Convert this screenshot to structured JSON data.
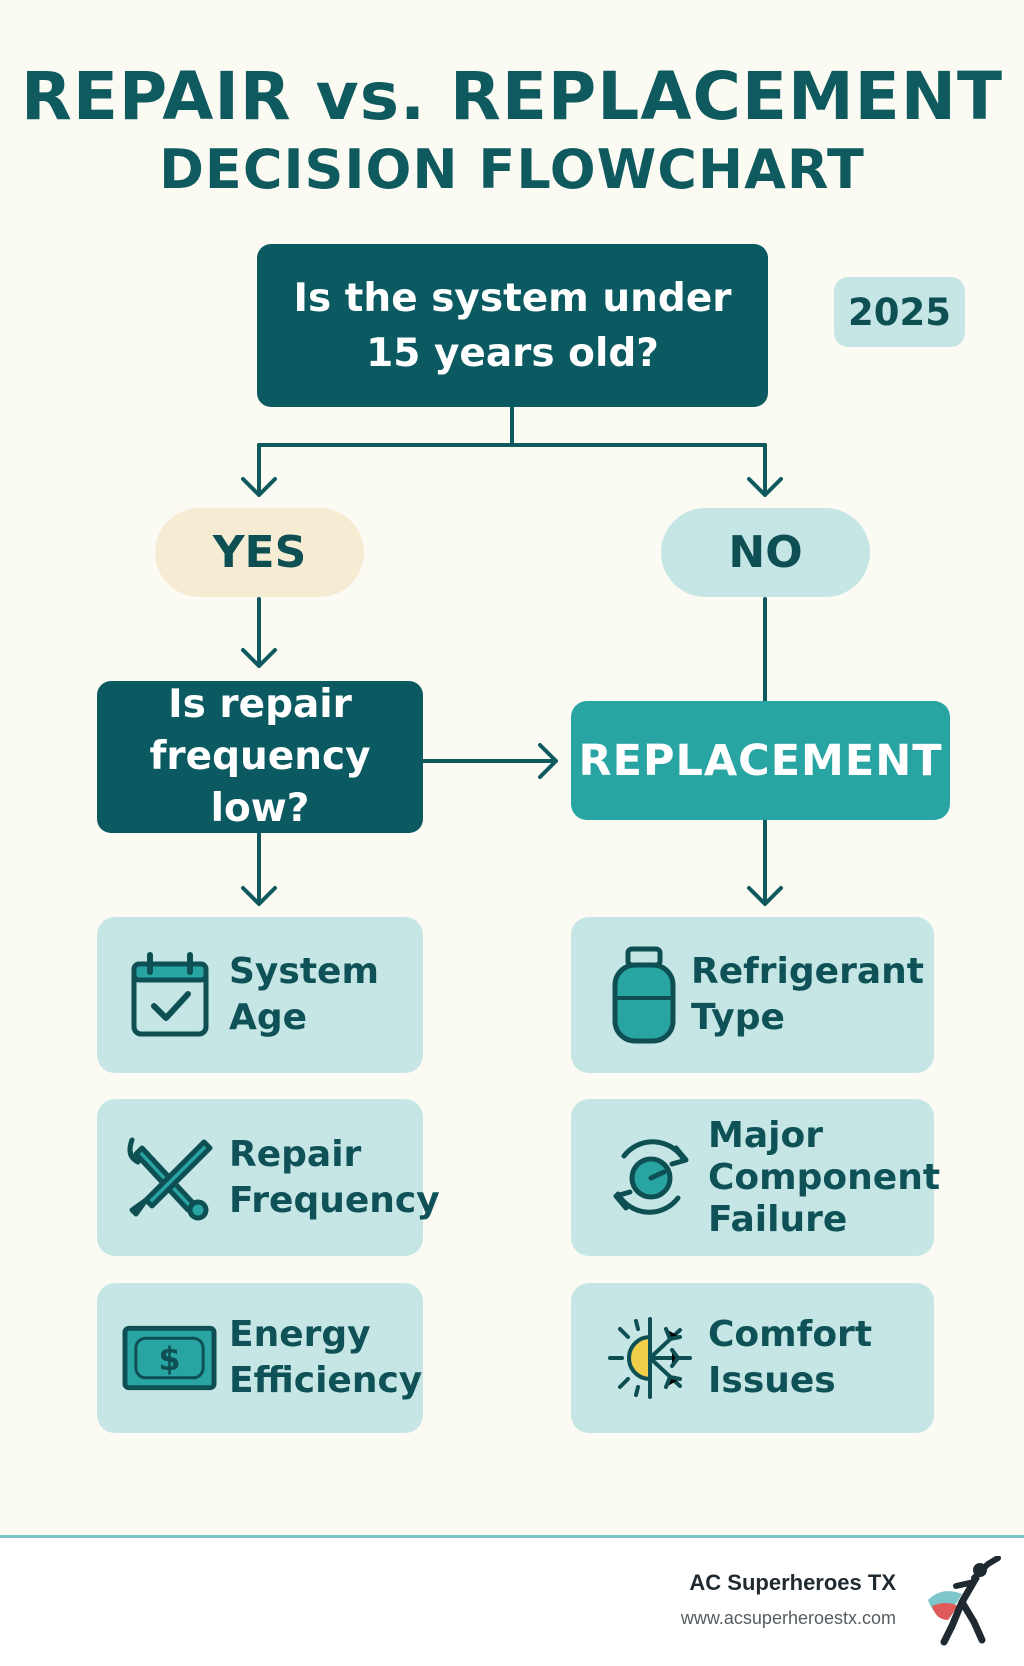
{
  "title": {
    "line1": "REPAIR vs. REPLACEMENT",
    "line2": "DECISION FLOWCHART"
  },
  "question1": "Is the system under\n15 years old?",
  "year_badge": "2025",
  "branches": {
    "yes": "YES",
    "no": "NO"
  },
  "question2": "Is repair\nfrequency low?",
  "outcome": "REPLACEMENT",
  "repair_factors": [
    {
      "label": "System\nAge",
      "icon": "calendar-check-icon"
    },
    {
      "label": "Repair\nFrequency",
      "icon": "wrench-screwdriver-icon"
    },
    {
      "label": "Energy\nEfficiency",
      "icon": "dollar-bill-icon"
    }
  ],
  "replacement_factors": [
    {
      "label": "Refrigerant\nType",
      "icon": "gas-cylinder-icon"
    },
    {
      "label": "Major\nComponent\nFailure",
      "icon": "cycle-gauge-icon"
    },
    {
      "label": "Comfort\nIssues",
      "icon": "sun-snowflake-icon"
    }
  ],
  "footer": {
    "brand": "AC Superheroes TX",
    "url": "www.acsuperheroestx.com"
  },
  "colors": {
    "dark_teal": "#0c5a61",
    "accent_teal": "#28a4a3",
    "light_teal": "#c5e6e4",
    "cream": "#f6ecd4",
    "background": "#fbfaf3"
  }
}
